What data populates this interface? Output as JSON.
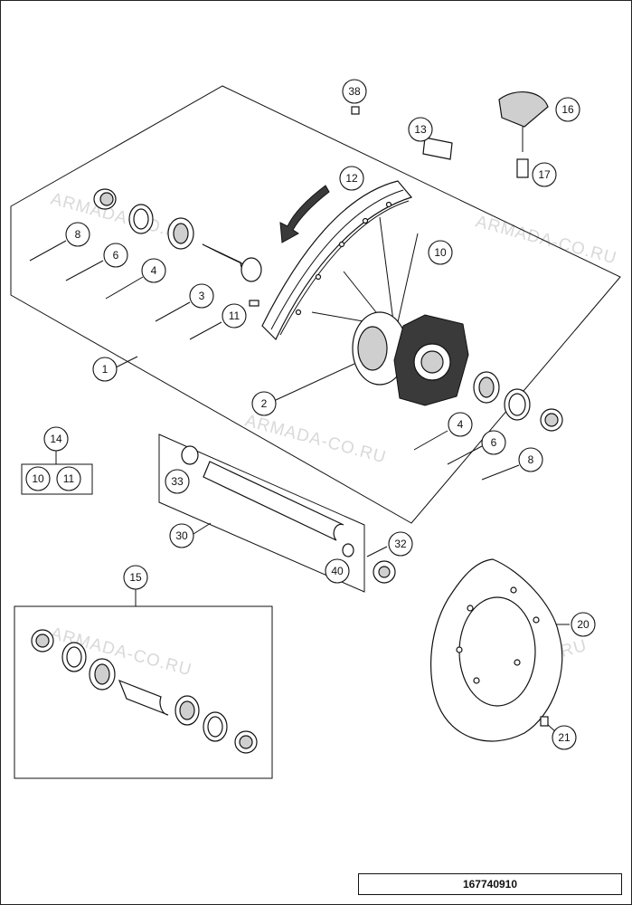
{
  "watermarks": [
    "ARMADA-CO.RU",
    "ARMADA-CO.RU",
    "ARMADA-CO.RU",
    "ARMADA-CO.RU",
    "ARMADA-CO.RU"
  ],
  "callouts": [
    "38",
    "16",
    "13",
    "12",
    "17",
    "8",
    "6",
    "4",
    "3",
    "11",
    "10",
    "1",
    "2",
    "4",
    "6",
    "8",
    "14",
    "10",
    "11",
    "33",
    "30",
    "32",
    "40",
    "15",
    "20",
    "21"
  ],
  "diagram_code": "167740910"
}
